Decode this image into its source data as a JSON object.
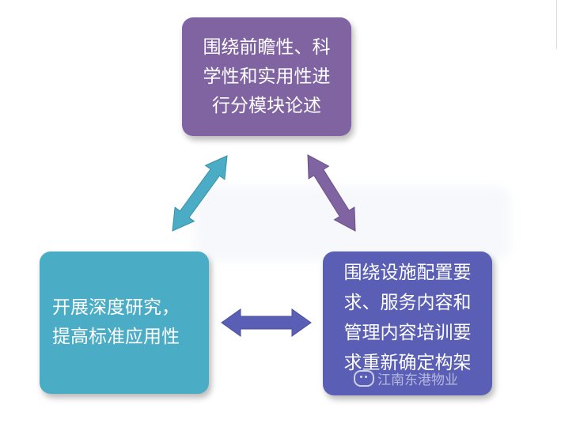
{
  "boxes": {
    "top": {
      "text": "围绕前瞻性、科\n学性和实用性进\n行分模块论述",
      "color": "#8064a2"
    },
    "left": {
      "text": "开展深度研究，\n提高标准应用性",
      "color": "#4bacc6"
    },
    "right": {
      "text": "围绕设施配置要\n求、服务内容和\n管理内容培训要\n求重新确定构架",
      "color": "#5a5fb5"
    }
  },
  "arrow_colors": {
    "top_left": "#4bacc6",
    "top_right": "#8064a2",
    "bottom": "#5a5fb5"
  },
  "watermark": {
    "text": "江南东港物业",
    "icon": "wechat-icon"
  }
}
